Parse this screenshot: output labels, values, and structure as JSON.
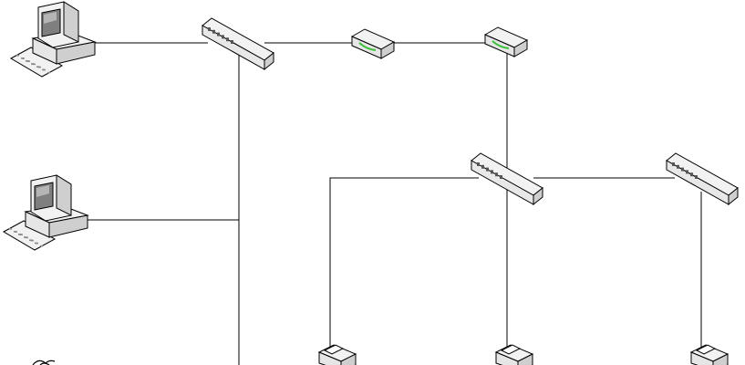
{
  "diagram": {
    "type": "network-topology",
    "background": "#ffffff",
    "colors": {
      "line": "#000000",
      "device_light": "#f2f2f2",
      "device_mid": "#cfcfcf",
      "device_dark": "#8c8c8c",
      "screen": "#7f7f7f",
      "router_led": "#3bbf3b"
    },
    "nodes": [
      {
        "id": "pc-1",
        "kind": "workstation",
        "icon": "computer-icon"
      },
      {
        "id": "pc-2",
        "kind": "workstation",
        "icon": "computer-icon"
      },
      {
        "id": "switch-1",
        "kind": "switch",
        "icon": "switch-icon"
      },
      {
        "id": "router-1",
        "kind": "router",
        "icon": "router-icon"
      },
      {
        "id": "router-2",
        "kind": "router",
        "icon": "router-icon"
      },
      {
        "id": "switch-2",
        "kind": "switch",
        "icon": "switch-icon"
      },
      {
        "id": "switch-3",
        "kind": "switch",
        "icon": "switch-icon"
      },
      {
        "id": "printer-1",
        "kind": "printer",
        "icon": "printer-icon"
      },
      {
        "id": "printer-2",
        "kind": "printer",
        "icon": "printer-icon"
      },
      {
        "id": "printer-3",
        "kind": "printer",
        "icon": "printer-icon"
      },
      {
        "id": "peripheral-1",
        "kind": "peripheral",
        "icon": "device-icon"
      }
    ],
    "links": [
      {
        "from": "pc-1",
        "to": "switch-1"
      },
      {
        "from": "switch-1",
        "to": "router-1"
      },
      {
        "from": "router-1",
        "to": "router-2"
      },
      {
        "from": "switch-1",
        "to": "pc-2"
      },
      {
        "from": "switch-1",
        "to": "peripheral-1"
      },
      {
        "from": "router-2",
        "to": "switch-2"
      },
      {
        "from": "router-2",
        "to": "printer-2"
      },
      {
        "from": "switch-2",
        "to": "switch-3"
      },
      {
        "from": "switch-2",
        "to": "printer-1"
      },
      {
        "from": "switch-3",
        "to": "printer-3"
      }
    ]
  }
}
